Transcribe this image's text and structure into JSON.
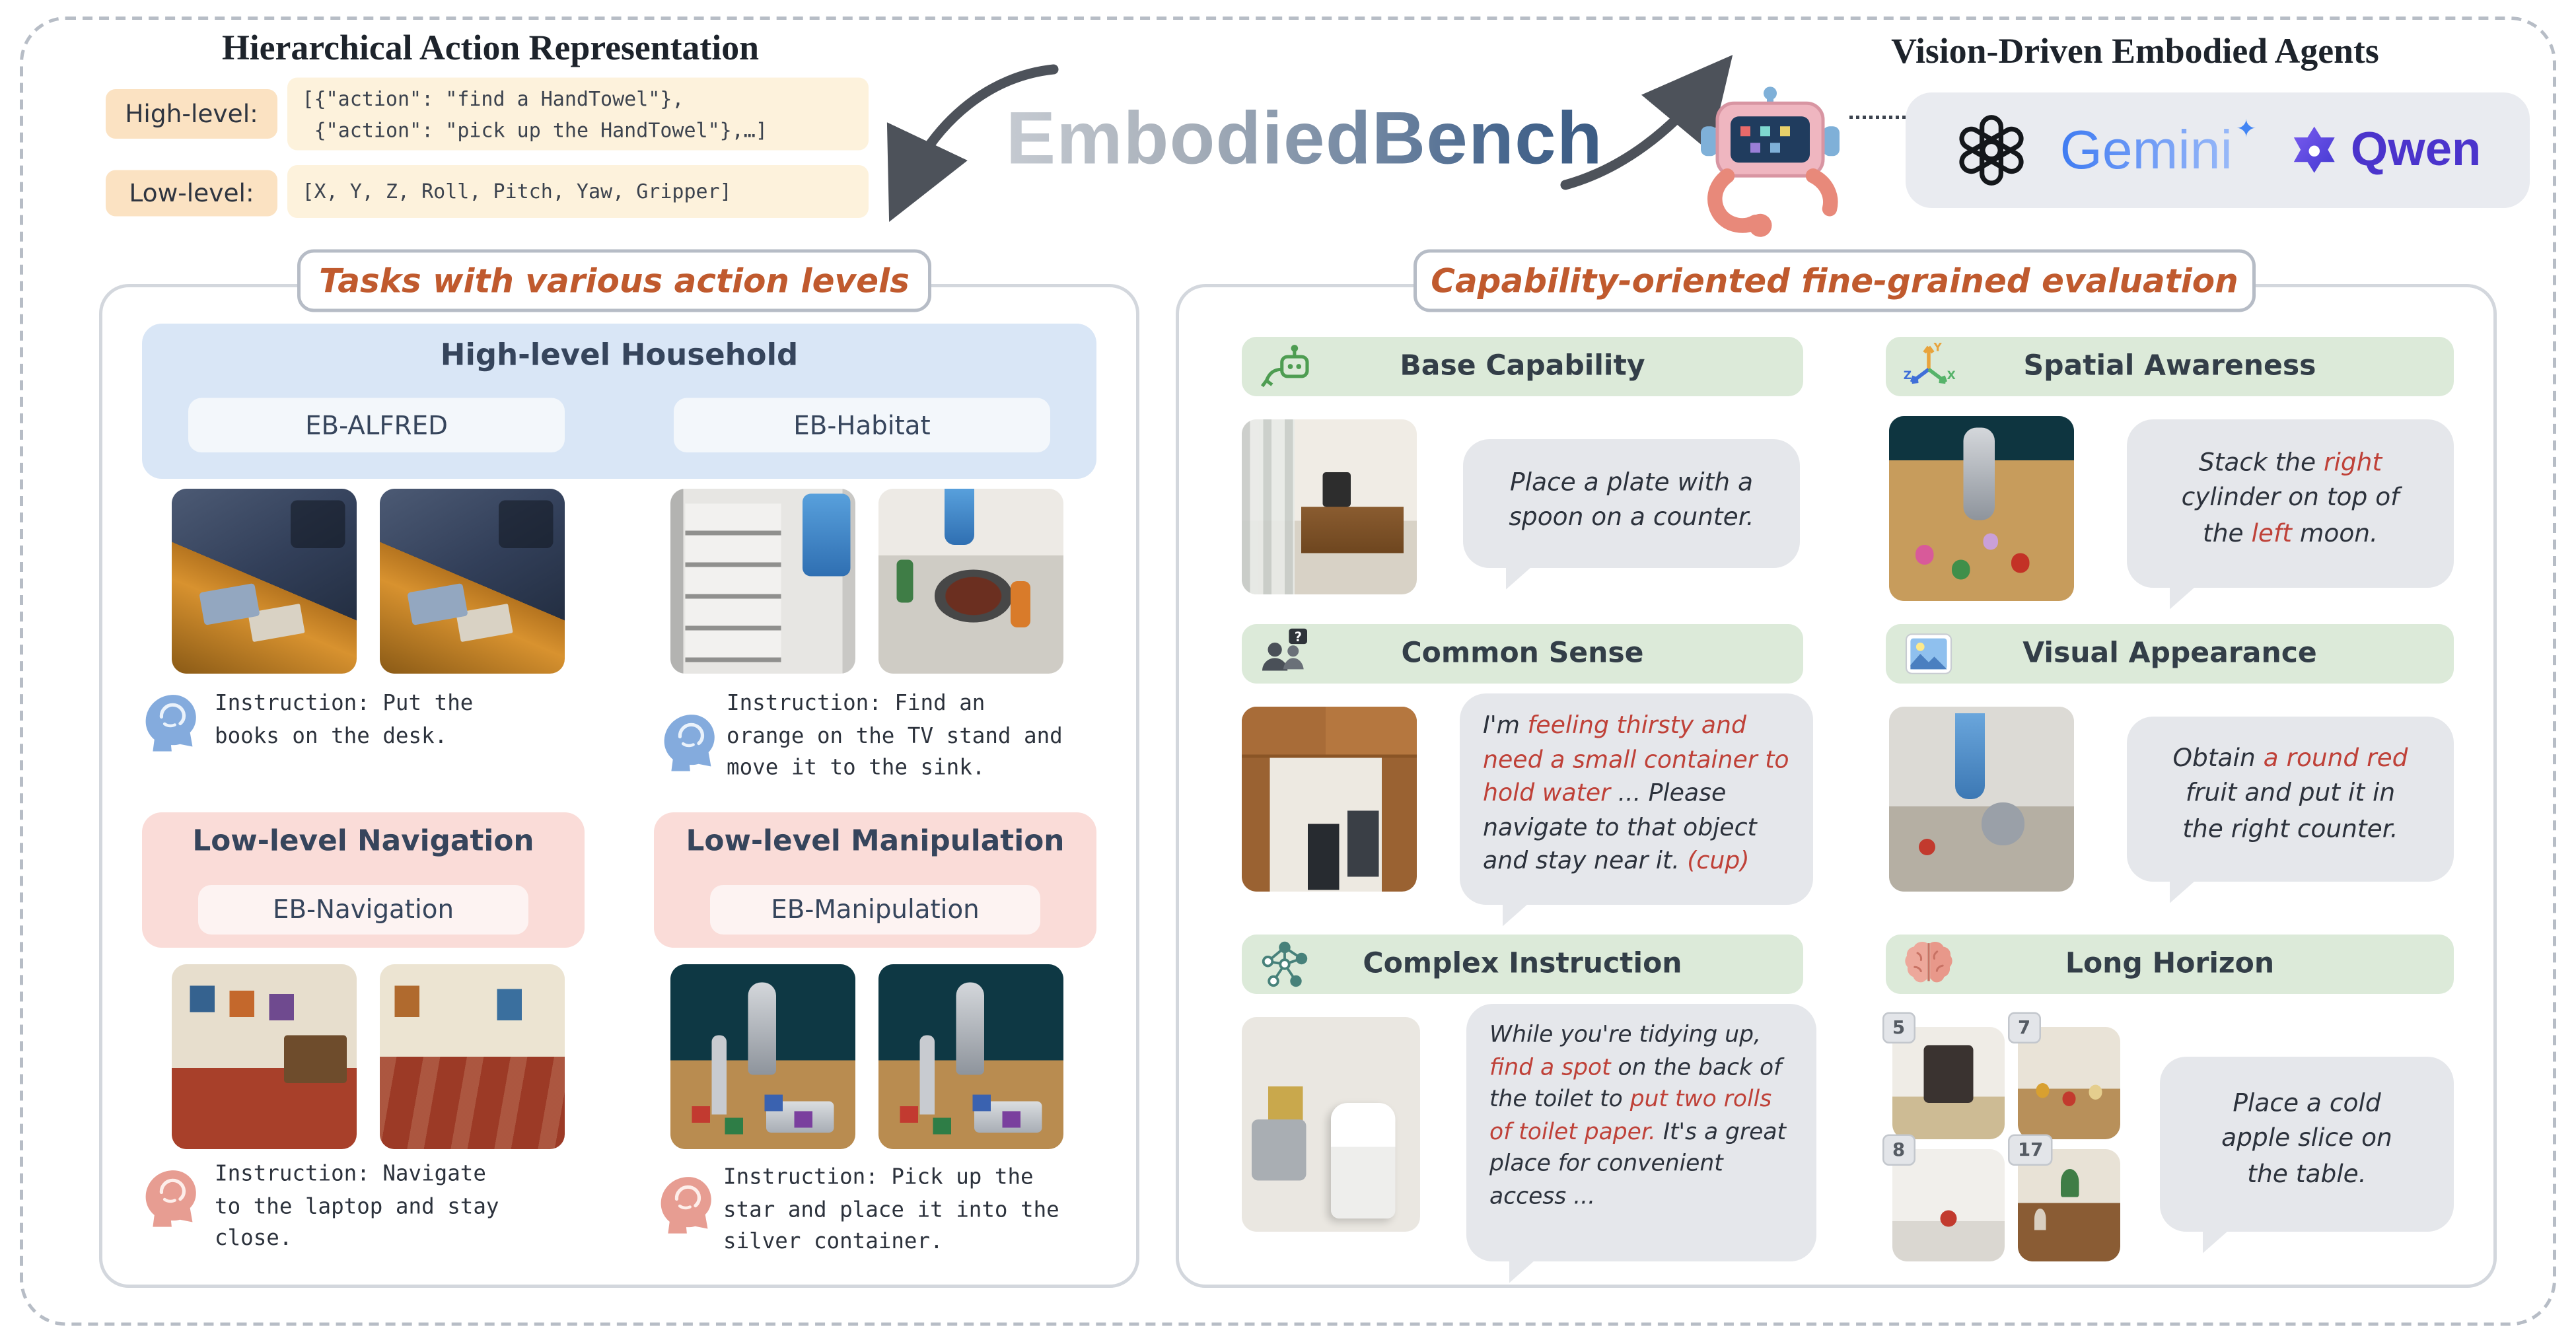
{
  "header": {
    "left_title": "Hierarchical Action Representation",
    "high_level": {
      "label": "High-level:",
      "code": "[{\"action\": \"find a HandTowel\"},\n {\"action\": \"pick up the HandTowel\"},…]"
    },
    "low_level": {
      "label": "Low-level:",
      "code": "[X, Y, Z, Roll, Pitch, Yaw, Gripper]"
    },
    "brand": "EmbodiedBench",
    "right_title": "Vision-Driven Embodied Agents",
    "agents": {
      "gemini": "Gemini",
      "qwen": "Qwen"
    }
  },
  "tasks_panel": {
    "title": "Tasks with various action levels",
    "high_level_box": {
      "title": "High-level Household",
      "left_benchmark": "EB-ALFRED",
      "right_benchmark": "EB-Habitat"
    },
    "alfred_instruction": "Instruction: Put the books on the desk.",
    "habitat_instruction": "Instruction: Find an orange on the TV stand and move it to the sink.",
    "nav_box": {
      "title": "Low-level Navigation",
      "benchmark": "EB-Navigation"
    },
    "manip_box": {
      "title": "Low-level Manipulation",
      "benchmark": "EB-Manipulation"
    },
    "nav_instruction": "Instruction: Navigate to the laptop and stay close.",
    "manip_instruction": "Instruction: Pick up the star and place it into the silver container."
  },
  "eval_panel": {
    "title": "Capability-oriented fine-grained evaluation",
    "capabilities": [
      {
        "name": "Base Capability",
        "icon": "robot-icon",
        "segments": [
          {
            "t": "Place a plate with a spoon on a counter."
          }
        ]
      },
      {
        "name": "Spatial Awareness",
        "icon": "xyz-axes-icon",
        "segments": [
          {
            "t": "Stack the "
          },
          {
            "t": "right",
            "red": true
          },
          {
            "t": " cylinder on top of the "
          },
          {
            "t": "left",
            "red": true
          },
          {
            "t": " moon."
          }
        ]
      },
      {
        "name": "Common Sense",
        "icon": "people-question-icon",
        "segments": [
          {
            "t": "I'm "
          },
          {
            "t": "feeling thirsty and need a small container to hold water",
            "red": true
          },
          {
            "t": " ... Please navigate to that object and stay near it. "
          },
          {
            "t": "(cup)",
            "red": true
          }
        ]
      },
      {
        "name": "Visual Appearance",
        "icon": "picture-icon",
        "segments": [
          {
            "t": "Obtain "
          },
          {
            "t": "a round red",
            "red": true
          },
          {
            "t": " fruit and put it in the right counter."
          }
        ]
      },
      {
        "name": "Complex Instruction",
        "icon": "graph-icon",
        "segments": [
          {
            "t": "While you're tidying up, "
          },
          {
            "t": "find a spot",
            "red": true
          },
          {
            "t": " on the back of the toilet to "
          },
          {
            "t": "put two rolls of toilet paper.",
            "red": true
          },
          {
            "t": " It's a great place for convenient access ..."
          }
        ]
      },
      {
        "name": "Long Horizon",
        "icon": "brain-icon",
        "segments": [
          {
            "t": "Place a cold apple slice on the table."
          }
        ],
        "steps": [
          "5",
          "7",
          "8",
          "17"
        ]
      }
    ]
  },
  "colors": {
    "accent_orange": "#c05a2e",
    "red_highlight": "#bf4138",
    "green_pill": "#dcead9",
    "blue_box": "#d9e6f6",
    "pink_box": "#fadcd8",
    "cream": "#fdf2dc",
    "peach": "#fbe2c2"
  }
}
